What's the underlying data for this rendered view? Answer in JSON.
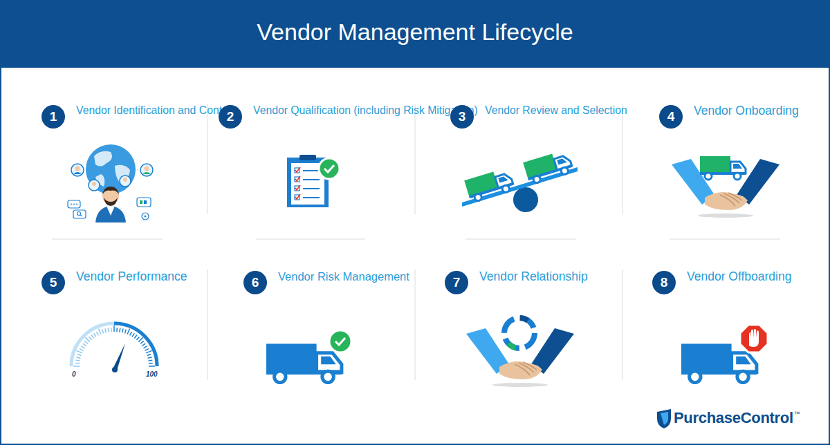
{
  "diagram": {
    "title": "Vendor Management Lifecycle",
    "nodes": [
      {
        "text": [
          "1",
          "Vendor Identification and Contact"
        ]
      },
      {
        "text": [
          "2",
          "Vendor Qualification (including Risk Mitigation)"
        ]
      },
      {
        "text": [
          "3",
          "Vendor Review and Selection"
        ]
      },
      {
        "text": [
          "4",
          "Vendor Onboarding"
        ]
      },
      {
        "text": [
          "5",
          "Vendor Performance"
        ]
      },
      {
        "text": [
          "6",
          "Vendor Risk Management"
        ]
      },
      {
        "text": [
          "7",
          "Vendor Relationship"
        ]
      },
      {
        "text": [
          "8",
          "Vendor Offboarding"
        ]
      }
    ],
    "labels": [
      "0",
      "100",
      "PurchaseControl",
      "™"
    ]
  }
}
